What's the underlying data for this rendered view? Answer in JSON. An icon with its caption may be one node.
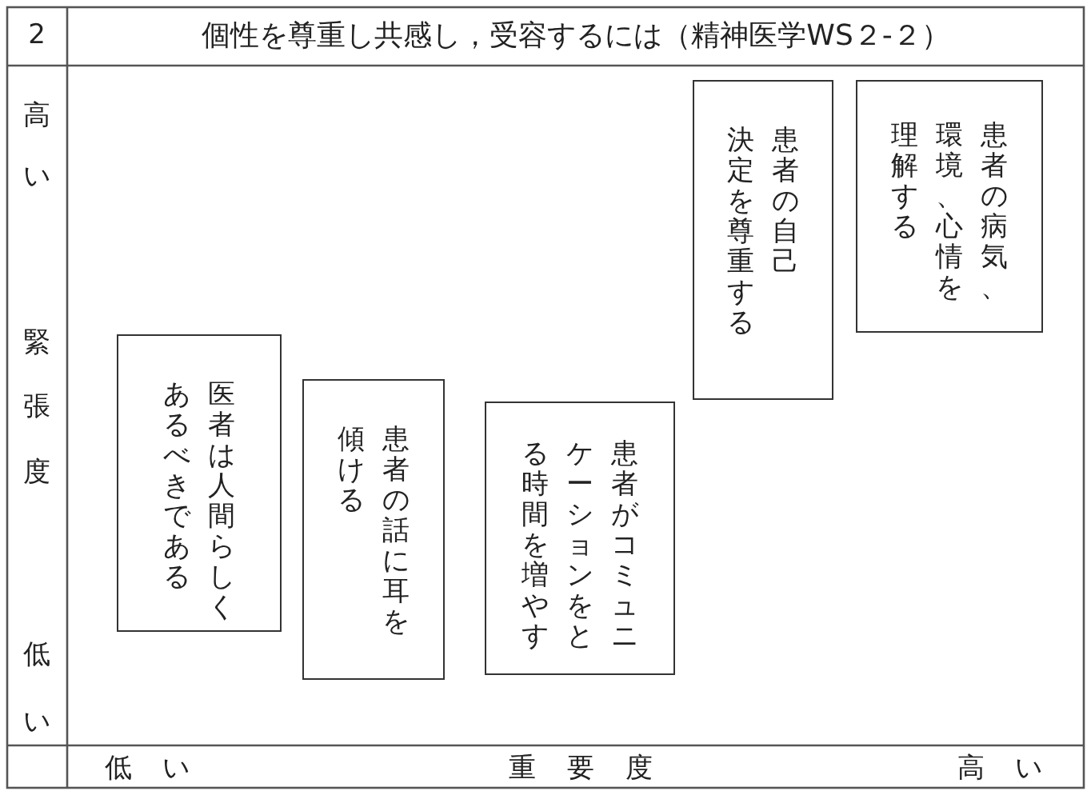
{
  "diagram": {
    "title": "個性を尊重し共感し，受容するには（精神医学WS２-２）",
    "nodes": [
      {
        "text": [
          "医者は人間らしくあるべきである"
        ]
      },
      {
        "text": [
          "患者の話に耳を傾ける"
        ]
      },
      {
        "text": [
          "患者がコミュニケーションをとる時間を増やす"
        ]
      },
      {
        "text": [
          "患者の自己決定を尊重する"
        ]
      },
      {
        "text": [
          "患者の病気、環境、心情を理解する"
        ]
      }
    ],
    "labels": [
      "2",
      "高",
      "い",
      "緊",
      "張",
      "度",
      "低",
      "い",
      "低 い",
      "重 要 度",
      "高 い"
    ]
  }
}
